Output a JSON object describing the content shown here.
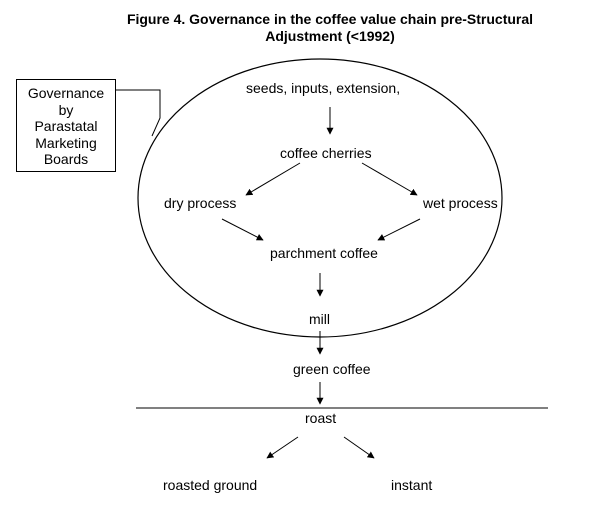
{
  "title": {
    "line1": "Figure 4. Governance in the coffee value chain pre-Structural",
    "line2": "Adjustment (<1992)"
  },
  "callout": {
    "line1": "Governance",
    "line2": "by",
    "line3": "Parastatal",
    "line4": "Marketing",
    "line5": "Boards"
  },
  "nodes": {
    "seeds": "seeds, inputs, extension,",
    "cherries": "coffee cherries",
    "dry": "dry process",
    "wet": "wet process",
    "parchment": "parchment coffee",
    "mill": "mill",
    "green": "green coffee",
    "roast": "roast",
    "ground": "roasted ground",
    "instant": "instant"
  }
}
